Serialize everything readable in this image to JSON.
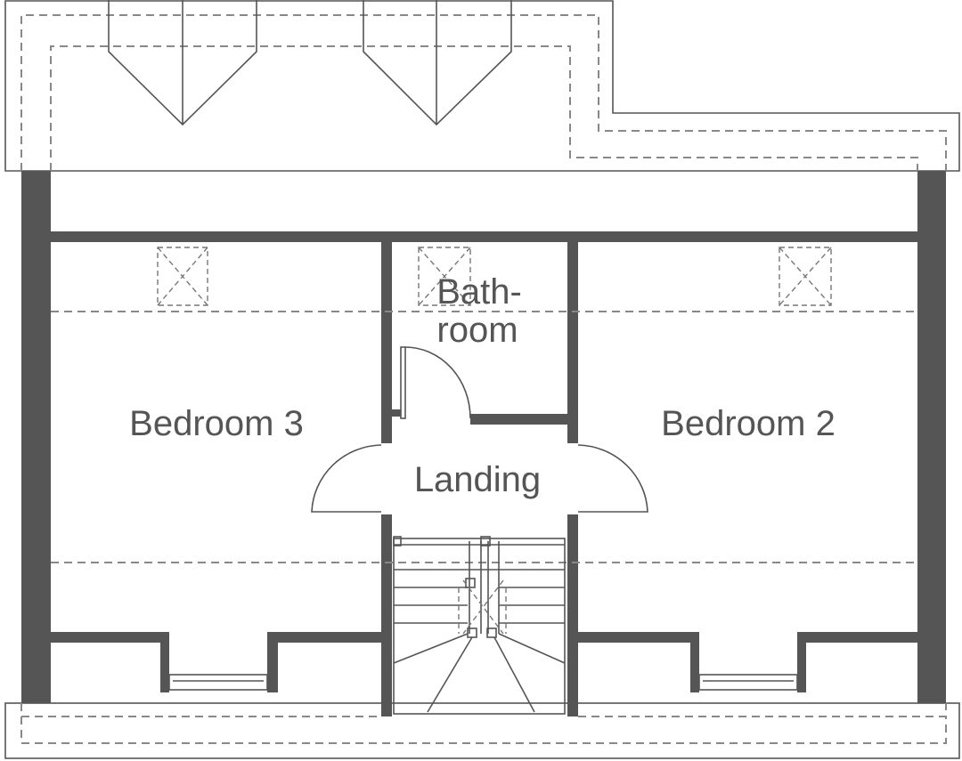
{
  "rooms": {
    "bedroom3": "Bedroom 3",
    "bedroom2": "Bedroom 2",
    "bathroom_line1": "Bath-",
    "bathroom_line2": "room",
    "landing": "Landing"
  },
  "colors": {
    "wall": "#555555",
    "line": "#555555",
    "dashed": "#888888"
  }
}
